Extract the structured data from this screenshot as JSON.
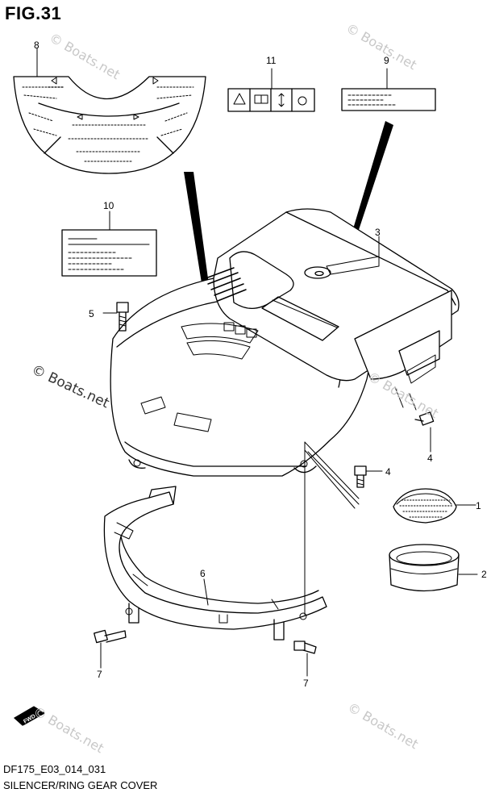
{
  "figure": {
    "title": "FIG.31",
    "code": "DF175_E03_014_031",
    "name": "SILENCER/RING GEAR COVER"
  },
  "watermark": {
    "text": "© Boats.net"
  },
  "fwd_label": "FWD",
  "callouts": [
    "1",
    "2",
    "3",
    "4",
    "4",
    "5",
    "6",
    "7",
    "7",
    "8",
    "9",
    "10",
    "11"
  ],
  "colors": {
    "line": "#000000",
    "background": "#ffffff",
    "watermark": "#c8c8c8"
  }
}
